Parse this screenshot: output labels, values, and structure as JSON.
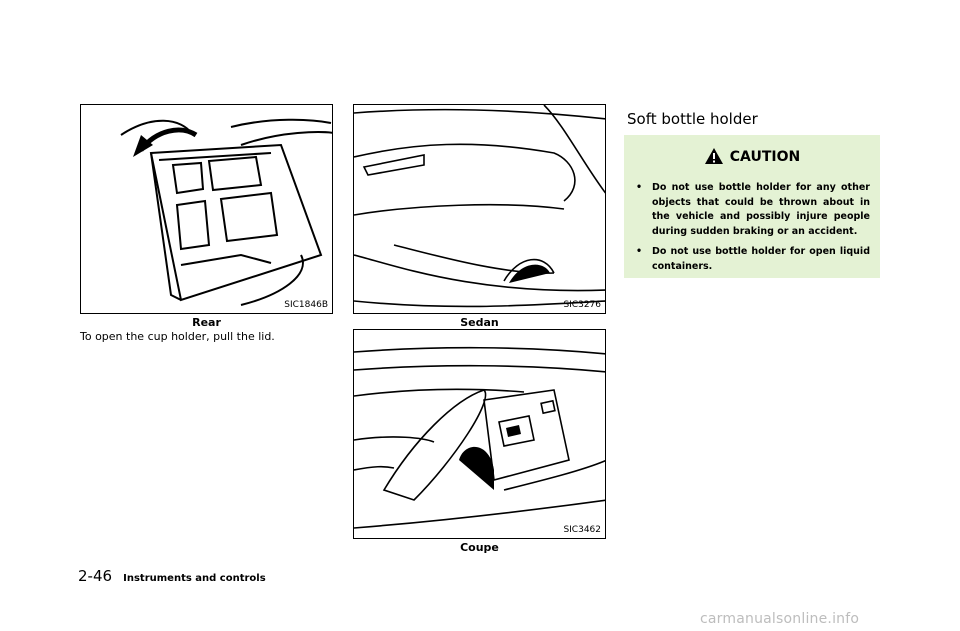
{
  "figures": [
    {
      "code": "SIC1846B",
      "caption": "Rear"
    },
    {
      "code": "SIC3276",
      "caption": "Sedan"
    },
    {
      "code": "SIC3462",
      "caption": "Coupe"
    }
  ],
  "body_text": "To open the cup holder, pull the lid.",
  "section": {
    "title": "Soft bottle holder",
    "caution": {
      "heading": "CAUTION",
      "items": [
        "Do not use bottle holder for any other objects that could be thrown about in the vehicle and possibly injure people during sudden braking or an accident.",
        "Do not use bottle holder for open liquid containers."
      ]
    }
  },
  "footer": {
    "page_number": "2-46",
    "chapter_title": "Instruments and controls"
  },
  "watermark": "carmanualsonline.info",
  "colors": {
    "caution_bg": "#e4f2d4"
  }
}
